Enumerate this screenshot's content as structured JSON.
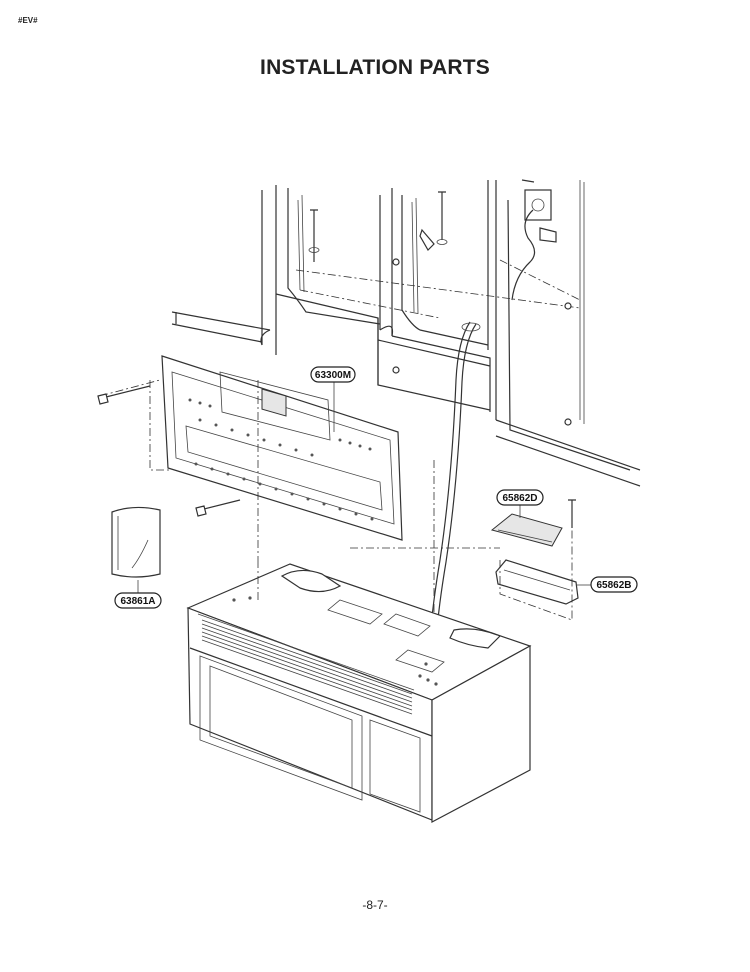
{
  "header": {
    "corner_tag": "#EV#",
    "title": "INSTALLATION PARTS"
  },
  "callouts": {
    "mounting_plate": "63300M",
    "top_cabinet_damper": "65862D",
    "damper_bracket": "65862B",
    "template_bag": "63861A"
  },
  "footer": {
    "page_number": "-8-7-"
  }
}
